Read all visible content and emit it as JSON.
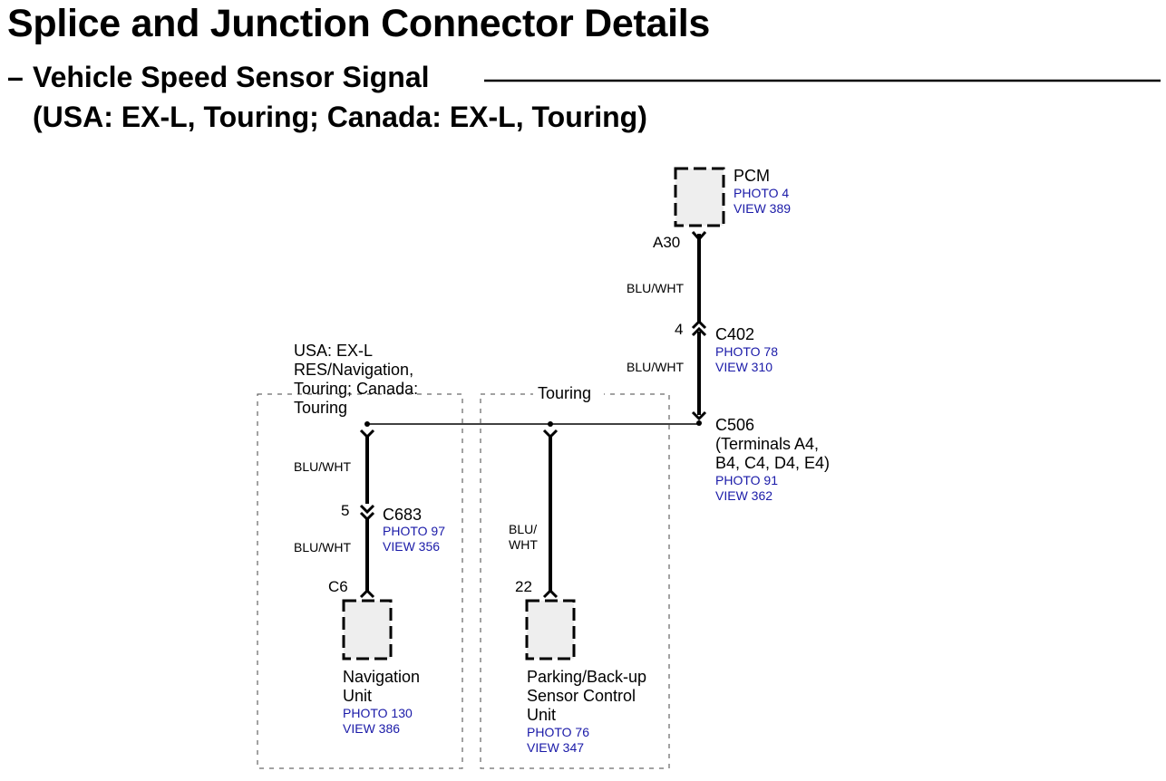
{
  "header": {
    "title": "Splice and Junction Connector Details",
    "dash": "–",
    "subtitle_line1": "Vehicle Speed Sensor Signal",
    "subtitle_line2": "(USA: EX-L, Touring; Canada: EX-L, Touring)"
  },
  "pcm": {
    "name": "PCM",
    "photo": "PHOTO 4",
    "view": "VIEW 389",
    "pin": "A30"
  },
  "c402": {
    "name": "C402",
    "photo": "PHOTO 78",
    "view": "VIEW 310",
    "pin": "4"
  },
  "c506": {
    "name": "C506",
    "line1": "(Terminals A4,",
    "line2": "B4, C4, D4, E4)",
    "photo": "PHOTO 91",
    "view": "VIEW 362"
  },
  "c683": {
    "name": "C683",
    "photo": "PHOTO 97",
    "view": "VIEW 356",
    "pin": "5"
  },
  "wires": {
    "pcm_c402": "BLU/WHT",
    "c402_c506": "BLU/WHT",
    "splice_c683": "BLU/WHT",
    "c683_nav": "BLU/WHT",
    "park_line1": "BLU/",
    "park_line2": "WHT"
  },
  "group_nav": {
    "line1": "USA: EX-L",
    "line2": "RES/Navigation,",
    "line3": "Touring; Canada:",
    "line4": "Touring"
  },
  "group_park": {
    "label": "Touring"
  },
  "nav_unit": {
    "pin": "C6",
    "line1": "Navigation",
    "line2": "Unit",
    "photo": "PHOTO 130",
    "view": "VIEW 386"
  },
  "park_unit": {
    "pin": "22",
    "line1": "Parking/Back-up",
    "line2": "Sensor Control",
    "line3": "Unit",
    "photo": "PHOTO 76",
    "view": "VIEW 347"
  }
}
